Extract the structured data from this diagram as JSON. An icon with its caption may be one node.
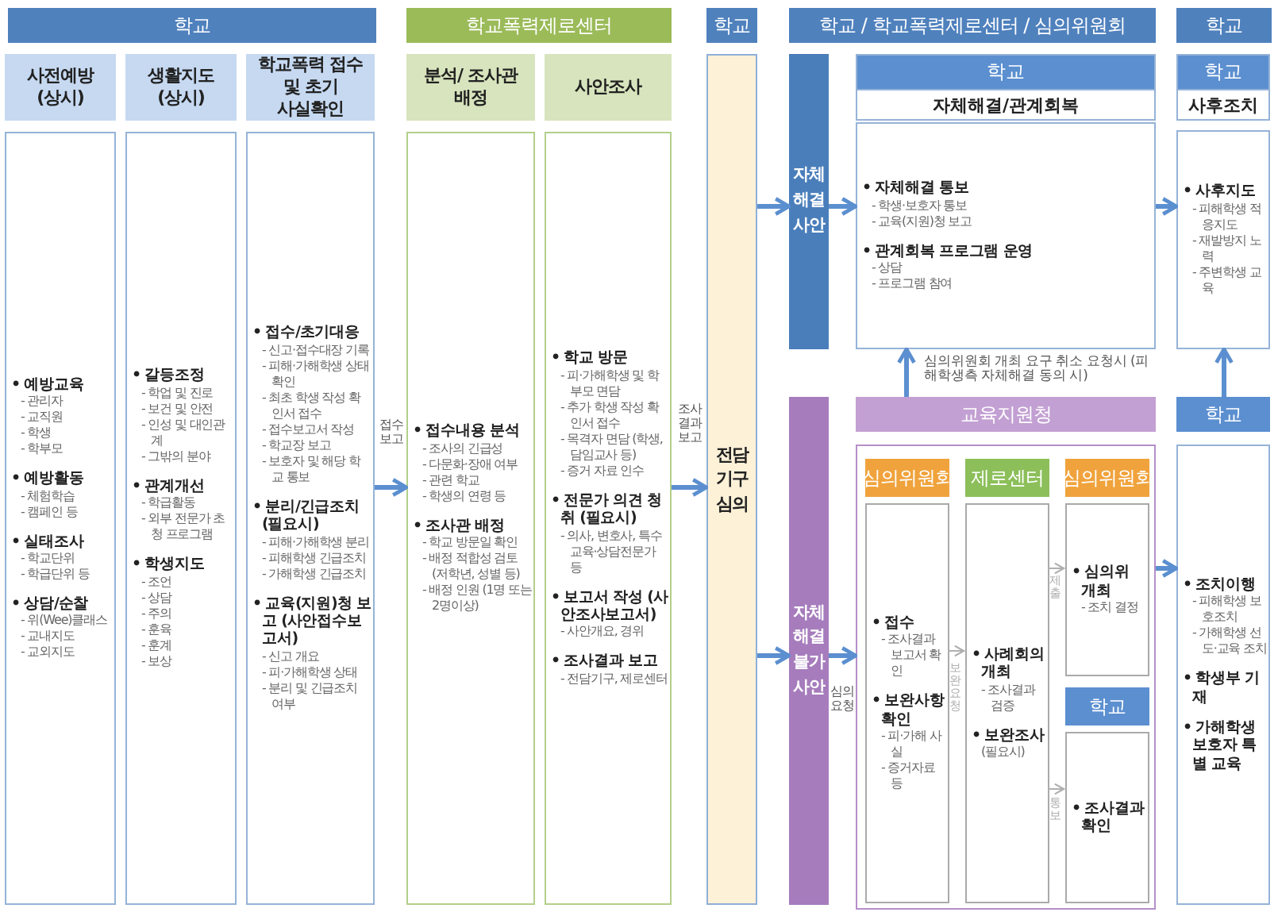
{
  "diagram": {
    "nodes": [
      {
        "text": [
          "학교"
        ]
      },
      {
        "text": [
          "학교폭력제로센터"
        ]
      },
      {
        "text": [
          "학교"
        ]
      },
      {
        "text": [
          "학교 / 학교폭력제로센터 / 심의위원회"
        ]
      },
      {
        "text": [
          "학교"
        ]
      },
      {
        "text": [
          "사전예방 (상시)"
        ]
      },
      {
        "text": [
          "• 예방교육",
          "- 관리자",
          "- 교직원",
          "- 학생",
          "- 학부모",
          "• 예방활동",
          "- 체험학습",
          "- 캠페인 등",
          "• 실태조사",
          "- 학교단위",
          "- 학급단위 등",
          "• 상담/순찰",
          "- 위(Wee)클래스",
          "- 교내지도",
          "- 교외지도"
        ]
      },
      {
        "text": [
          "생활지도 (상시)"
        ]
      },
      {
        "text": [
          "• 갈등조정",
          "- 학업 및 진로",
          "- 보건 및 안전",
          "- 인성 및 대인관계",
          "- 그밖의 분야",
          "• 관계개선",
          "- 학급활동",
          "- 외부 전문가 초청 프로그램",
          "• 학생지도",
          "- 조언",
          "- 상담",
          "- 주의",
          "- 훈육",
          "- 훈계",
          "- 보상"
        ]
      },
      {
        "text": [
          "학교폭력 접수 및 초기 사실확인"
        ]
      },
      {
        "text": [
          "• 접수/초기대응",
          "- 신고·접수대장 기록",
          "- 피해·가해학생 상태확인",
          "- 최초 학생 작성 확인서 접수",
          "- 접수보고서 작성",
          "- 학교장 보고",
          "- 보호자 및 해당 학교 통보",
          "• 분리/긴급조치 (필요시)",
          "- 피해·가해학생 분리",
          "- 피해학생 긴급조치",
          "- 가해학생 긴급조치",
          "• 교육(지원)청 보고 (사안접수보고서)",
          "- 신고 개요",
          "- 피·가해학생 상태",
          "- 분리 및 긴급조치 여부"
        ]
      },
      {
        "text": [
          "분석/ 조사관 배정"
        ]
      },
      {
        "text": [
          "• 접수내용 분석",
          "- 조사의 긴급성",
          "- 다문화·장애 여부",
          "- 관련 학교",
          "- 학생의 연령 등",
          "• 조사관 배정",
          "- 학교 방문일 확인",
          "- 배정 적합성 검토 (저학년, 성별 등)",
          "- 배정 인원 (1명 또는 2명이상)"
        ]
      },
      {
        "text": [
          "사안조사"
        ]
      },
      {
        "text": [
          "• 학교 방문",
          "- 피·가해학생 및 학부모 면담",
          "- 추가 학생 작성 확인서 접수",
          "- 목격자 면담 (학생, 담임교사 등)",
          "- 증거 자료 인수",
          "• 전문가 의견 청취 (필요시)",
          "- 의사, 변호사, 특수교육·상담전문가 등",
          "• 보고서 작성 (사안조사보고서)",
          "- 사안개요, 경위",
          "• 조사결과 보고",
          "- 전담기구, 제로센터"
        ]
      },
      {
        "text": [
          "전담 기구 심의"
        ]
      },
      {
        "text": [
          "자체 해결 사안"
        ]
      },
      {
        "text": [
          "자체 해결 불가 사안"
        ]
      },
      {
        "text": [
          "학교",
          "자체해결/관계회복"
        ]
      },
      {
        "text": [
          "• 자체해결 통보",
          "- 학생·보호자 통보",
          "- 교육(지원)청 보고",
          "• 관계회복 프로그램 운영",
          "- 상담",
          "- 프로그램 참여"
        ]
      },
      {
        "text": [
          "학교",
          "사후조치"
        ]
      },
      {
        "text": [
          "• 사후지도",
          "- 피해학생 적응지도",
          "- 재발방지 노력",
          "- 주변학생 교육"
        ]
      },
      {
        "text": [
          "교육지원청"
        ]
      },
      {
        "text": [],
        "shape": "box"
      },
      {
        "text": [
          "심의위원회"
        ],
        "in": 23
      },
      {
        "text": [
          "• 접수",
          "- 조사결과 보고서 확인",
          "• 보완사항 확인",
          "- 피·가해 사실",
          "- 증거자료 등"
        ],
        "in": 23
      },
      {
        "text": [
          "제로센터"
        ],
        "in": 23
      },
      {
        "text": [
          "• 사례회의 개최",
          "- 조사결과 검증",
          "• 보완조사",
          "(필요시)"
        ],
        "in": 23
      },
      {
        "text": [
          "심의위원회"
        ],
        "in": 23
      },
      {
        "text": [
          "• 심의위 개최",
          "- 조치 결정"
        ],
        "in": 23
      },
      {
        "text": [
          "학교"
        ],
        "in": 23
      },
      {
        "text": [
          "• 조사결과 확인"
        ],
        "in": 23
      },
      {
        "text": [
          "학교"
        ]
      },
      {
        "text": [
          "• 조치이행",
          "- 피해학생 보호조치",
          "- 가해학생 선도·교육 조치",
          "• 학생부 기재",
          "• 가해학생 보호자 특별 교육"
        ]
      }
    ],
    "edges": [
      {
        "from": 10,
        "to": 12,
        "arrow": "to",
        "label": "접수 보고"
      },
      {
        "from": 14,
        "to": 15,
        "arrow": "to",
        "label": "조사 결과 보고"
      },
      {
        "from": 15,
        "to": 16,
        "arrow": "to"
      },
      {
        "from": 15,
        "to": 17,
        "arrow": "to"
      },
      {
        "from": 16,
        "to": 19,
        "arrow": "to"
      },
      {
        "from": 17,
        "to": 23,
        "arrow": "to",
        "label": "심의 요청"
      },
      {
        "from": 19,
        "to": 21,
        "arrow": "to"
      },
      {
        "from": 25,
        "to": 27,
        "arrow": "to",
        "label": "보완요청",
        "color": "#b0b0b0"
      },
      {
        "from": 27,
        "to": 29,
        "arrow": "to",
        "label": "제출",
        "color": "#b0b0b0"
      },
      {
        "from": 27,
        "to": 31,
        "arrow": "to",
        "label": "통보",
        "color": "#b0b0b0"
      },
      {
        "from": 23,
        "to": 33,
        "arrow": "to"
      },
      {
        "from": 22,
        "to": 19,
        "arrow": "to",
        "label": "심의위원회 개최 요구 취소 요청시 (피해학생측 자체해결 동의 시)"
      },
      {
        "from": 32,
        "to": 21,
        "arrow": "to"
      }
    ]
  }
}
